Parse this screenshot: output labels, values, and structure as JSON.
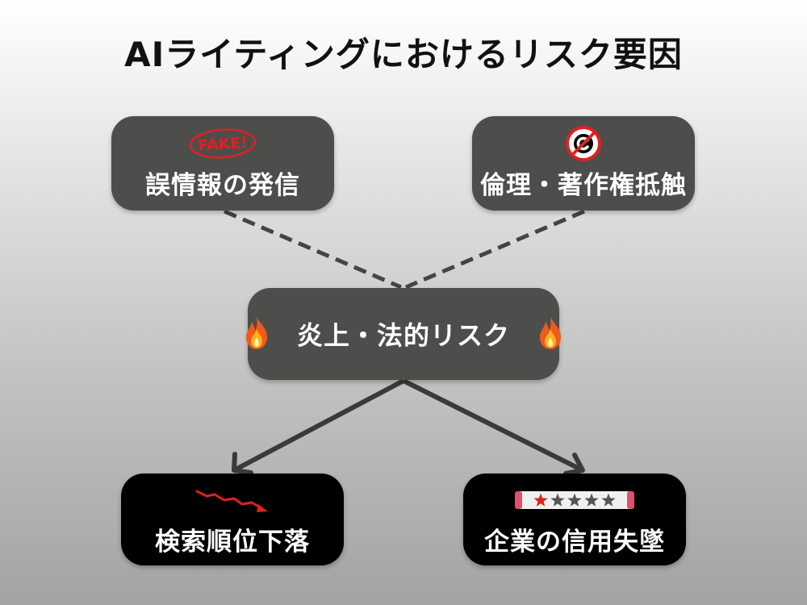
{
  "title": "AIライティングにおけるリスク要因",
  "nodes": {
    "misinfo": {
      "label": "誤情報の発信",
      "icon": "fake-stamp-icon",
      "stamp_text": "FAKE!"
    },
    "ethics": {
      "label": "倫理・著作権抵触",
      "icon": "no-copyright-icon"
    },
    "center": {
      "label": "炎上・法的リスク",
      "icon": "fire-icon"
    },
    "seo": {
      "label": "検索順位下落",
      "icon": "downtrend-icon"
    },
    "trust": {
      "label": "企業の信用失墜",
      "icon": "one-star-rating-icon",
      "rating": 1,
      "rating_max": 5
    }
  },
  "colors": {
    "accent_red": "#e02020",
    "gray_box": "#4d4d4b",
    "black_box": "#000000",
    "connector": "#444444"
  }
}
